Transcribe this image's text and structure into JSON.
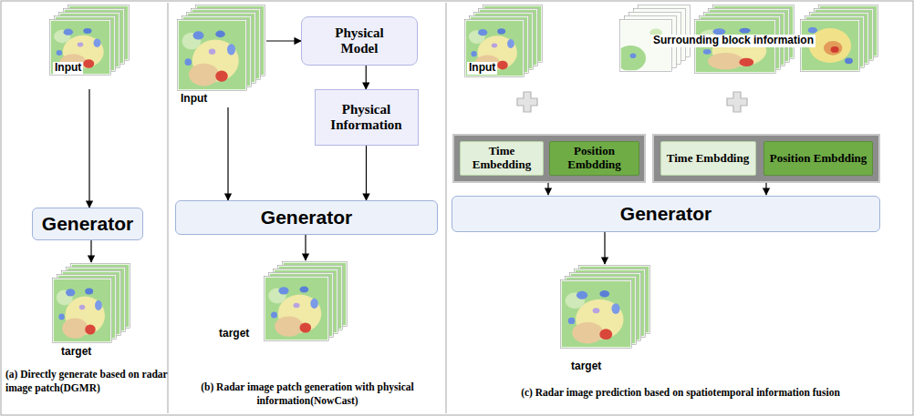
{
  "diagram": {
    "nodes": [
      {
        "text": [
          "Input"
        ]
      },
      {
        "text": [
          "Generator"
        ]
      },
      {
        "text": [
          "target"
        ]
      },
      {
        "text": [
          "Input"
        ]
      },
      {
        "text": [
          "Physical Model"
        ]
      },
      {
        "text": [
          "Physical Information"
        ]
      },
      {
        "text": [
          "Generator"
        ]
      },
      {
        "text": [
          "target"
        ]
      },
      {
        "text": [
          "Input"
        ]
      },
      {
        "text": [
          "Surrounding block information"
        ]
      },
      {
        "text": [
          "Time Embedding"
        ]
      },
      {
        "text": [
          "Position Embdding"
        ]
      },
      {
        "text": [
          "Time Embdding"
        ]
      },
      {
        "text": [
          "Position Embdding"
        ]
      },
      {
        "text": [
          "Generator"
        ]
      },
      {
        "text": [
          "target"
        ]
      }
    ],
    "edges": [
      {
        "from": 0,
        "to": 1,
        "arrow": "to"
      },
      {
        "from": 1,
        "to": 2,
        "arrow": "to"
      },
      {
        "from": 3,
        "to": 4,
        "arrow": "to"
      },
      {
        "from": 4,
        "to": 5,
        "arrow": "to"
      },
      {
        "from": 5,
        "to": 6,
        "arrow": "to"
      },
      {
        "from": 3,
        "to": 6,
        "arrow": "to"
      },
      {
        "from": 6,
        "to": 7,
        "arrow": "to"
      },
      {
        "from": 14,
        "to": 15,
        "arrow": "to"
      }
    ],
    "labels": [
      "(a) Directly generate based on radar image patch(DGMR)",
      "(b) Radar image patch generation with physical information(NowCast)",
      "(c) Radar image prediction based on spatiotemporal information fusion"
    ]
  }
}
